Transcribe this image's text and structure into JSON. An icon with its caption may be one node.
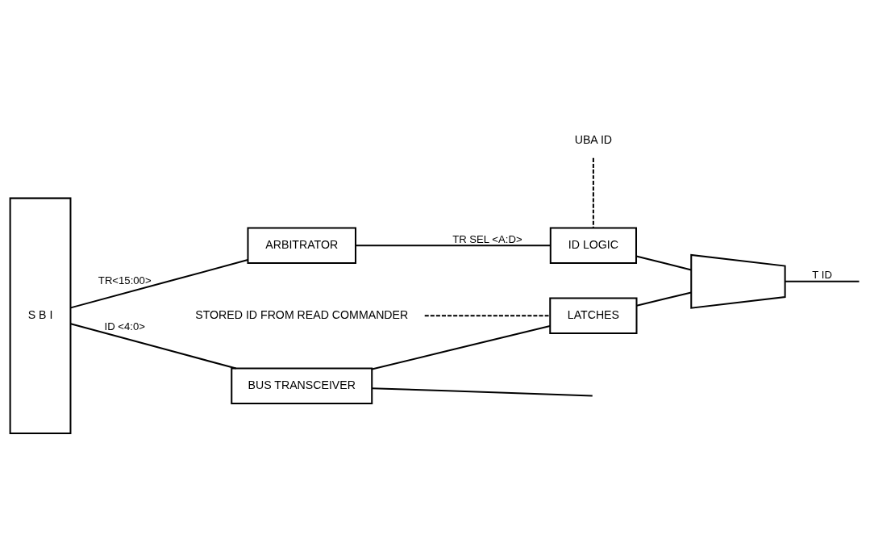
{
  "diagram": {
    "nodes": [
      {
        "text": [
          "S B I"
        ]
      },
      {
        "text": [
          "ARBITRATOR"
        ]
      },
      {
        "text": [
          "ID LOGIC"
        ]
      },
      {
        "text": [
          "BUS TRANSCEIVER"
        ]
      },
      {
        "text": [
          "LATCHES"
        ]
      },
      {
        "text": [],
        "shape": "trapezoid"
      },
      {
        "text": [
          "UBA ID"
        ]
      },
      {
        "text": [
          "STORED ID FROM READ COMMANDER"
        ]
      }
    ],
    "edges": [
      {
        "from": 0,
        "to": 1,
        "arrow": "none",
        "label": "TR<15:00>"
      },
      {
        "from": 1,
        "to": 2,
        "arrow": "none",
        "label": "TR SEL <A:D>"
      },
      {
        "from": 0,
        "to": 3,
        "arrow": "none",
        "label": "ID <4:0>"
      },
      {
        "from": 3,
        "to": 4,
        "arrow": "none"
      },
      {
        "from": 2,
        "to": 5,
        "arrow": "none"
      },
      {
        "from": 4,
        "to": 5,
        "arrow": "none"
      },
      {
        "from": 5,
        "to": null,
        "arrow": "none",
        "label": "T ID"
      },
      {
        "from": 6,
        "to": 2,
        "arrow": "none",
        "style": "dashed"
      },
      {
        "from": 7,
        "to": 4,
        "arrow": "none",
        "style": "dashed"
      },
      {
        "from": 3,
        "to": null,
        "arrow": "none"
      }
    ]
  }
}
